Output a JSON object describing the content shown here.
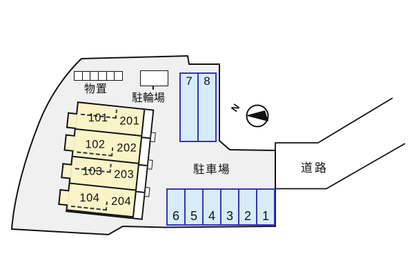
{
  "colors": {
    "site-fill": "#f0f0f0",
    "line": "#111111",
    "building-fill": "#f9f3c8",
    "parking-fill": "#d6ecf8",
    "parking-border": "#3434bb"
  },
  "compass": {
    "label": "N"
  },
  "storage": {
    "label": "物置"
  },
  "bicycle_parking": {
    "label": "駐輪場"
  },
  "building": {
    "units": [
      {
        "first": "101",
        "second": "201"
      },
      {
        "first": "102",
        "second": "202"
      },
      {
        "first": "103",
        "second": "203"
      },
      {
        "first": "104",
        "second": "204"
      }
    ]
  },
  "parking": {
    "label": "駐車場",
    "upper_spaces": [
      "7",
      "8"
    ],
    "lower_spaces": [
      "6",
      "5",
      "4",
      "3",
      "2",
      "1"
    ]
  },
  "road": {
    "label": "道路"
  }
}
